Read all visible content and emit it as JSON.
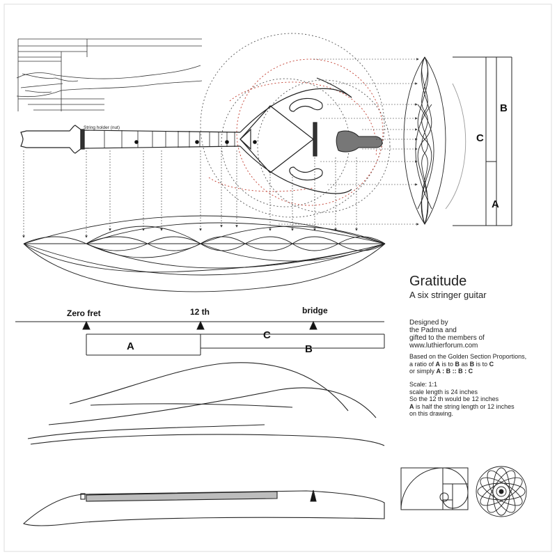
{
  "title": "Gratitude",
  "subtitle": "A six stringer guitar",
  "credits": [
    "Designed by",
    "the Padma  and",
    "gifted to the members of",
    "www.luthierforum.com"
  ],
  "proportions": {
    "line1": "Based on the Golden Section Proportions,",
    "line2_a": "a ratio of ",
    "line2_b": " is to ",
    "line2_c": " as ",
    "line2_d": " is to ",
    "line3_a": "or simply ",
    "line3_ratio": "A  :  B  ::  B  :  C"
  },
  "scale": {
    "heading": "Scale:  1:1",
    "line1": "scale length is 24 inches",
    "line2": "So the 12 th  would be 12 inches",
    "line3_rest": " is half the string length or 12 inches",
    "line4": "on this drawing."
  },
  "letters": {
    "a": "A",
    "b": "B",
    "c": "C"
  },
  "markers": {
    "zero_fret": "Zero fret",
    "twelfth": "12 th",
    "bridge": "bridge"
  },
  "nut_label": "String holder (nut)",
  "colors": {
    "ink": "#222222",
    "accent_red": "#c0392b",
    "fill_gray": "#777777",
    "light_gray": "#bdbdbd"
  }
}
